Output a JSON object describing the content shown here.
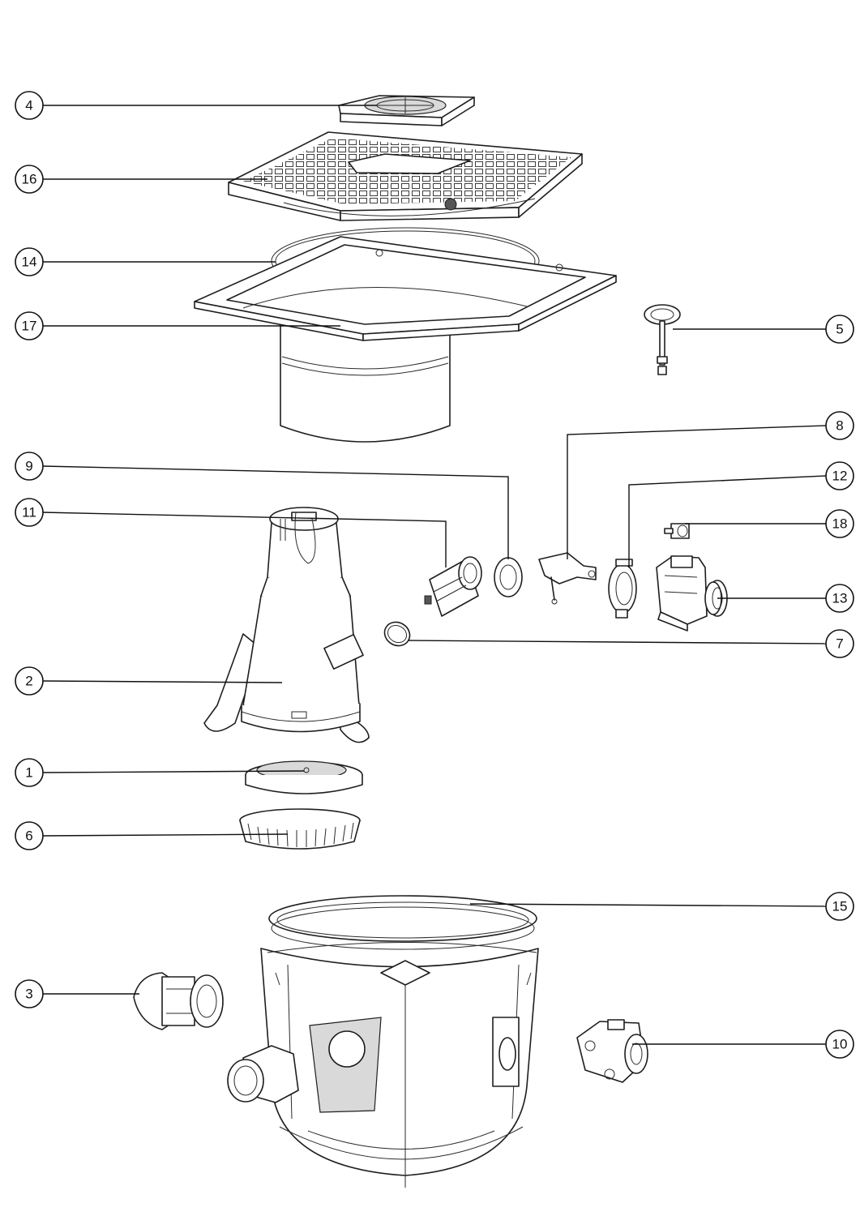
{
  "callouts": [
    {
      "label": "4"
    },
    {
      "label": "16"
    },
    {
      "label": "14"
    },
    {
      "label": "17"
    },
    {
      "label": "5"
    },
    {
      "label": "8"
    },
    {
      "label": "9"
    },
    {
      "label": "12"
    },
    {
      "label": "11"
    },
    {
      "label": "18"
    },
    {
      "label": "13"
    },
    {
      "label": "7"
    },
    {
      "label": "2"
    },
    {
      "label": "1"
    },
    {
      "label": "6"
    },
    {
      "label": "15"
    },
    {
      "label": "3"
    },
    {
      "label": "10"
    }
  ]
}
